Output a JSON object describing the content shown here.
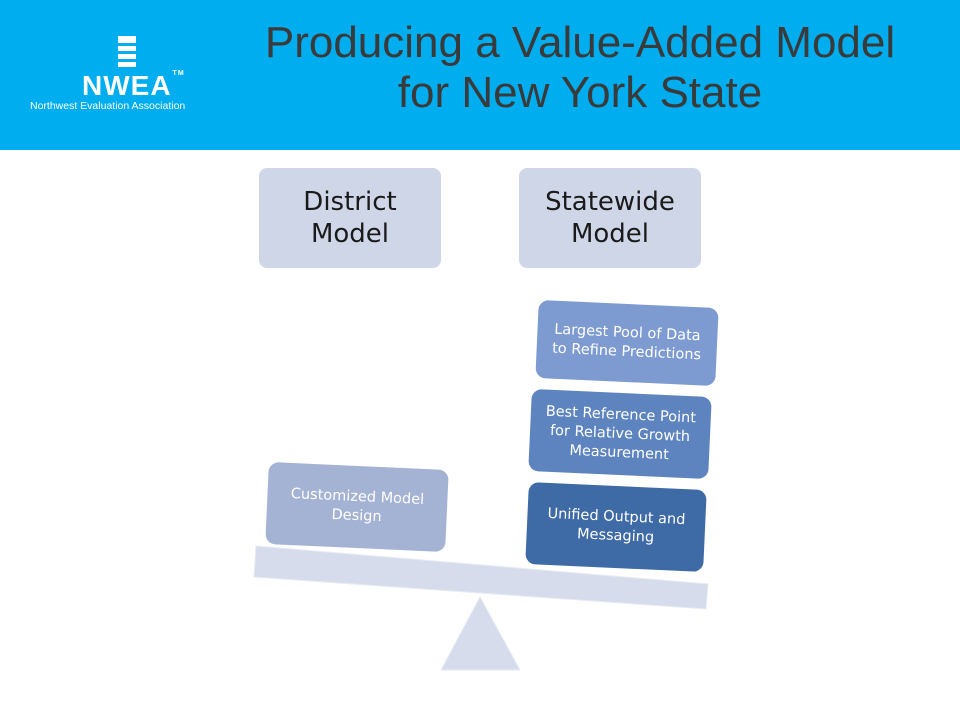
{
  "header": {
    "logo": {
      "name": "NWEA",
      "trademark": "TM",
      "tagline": "Northwest Evaluation Association",
      "icon": "stacked-bars-icon"
    },
    "title_line1": "Producing a Value-Added Model",
    "title_line2": "for New York State"
  },
  "labels": {
    "district": "District Model",
    "statewide": "Statewide Model"
  },
  "blocks": {
    "district": [
      "Customized Model Design"
    ],
    "statewide": [
      "Largest Pool of Data to Refine Predictions",
      "Best Reference Point for Relative Growth Measurement",
      "Unified Output and Messaging"
    ]
  },
  "colors": {
    "header_band": "#00aeef",
    "label_box": "#cfd6e8",
    "beam": "#d6dcec",
    "fulcrum": "#d6dcec"
  }
}
